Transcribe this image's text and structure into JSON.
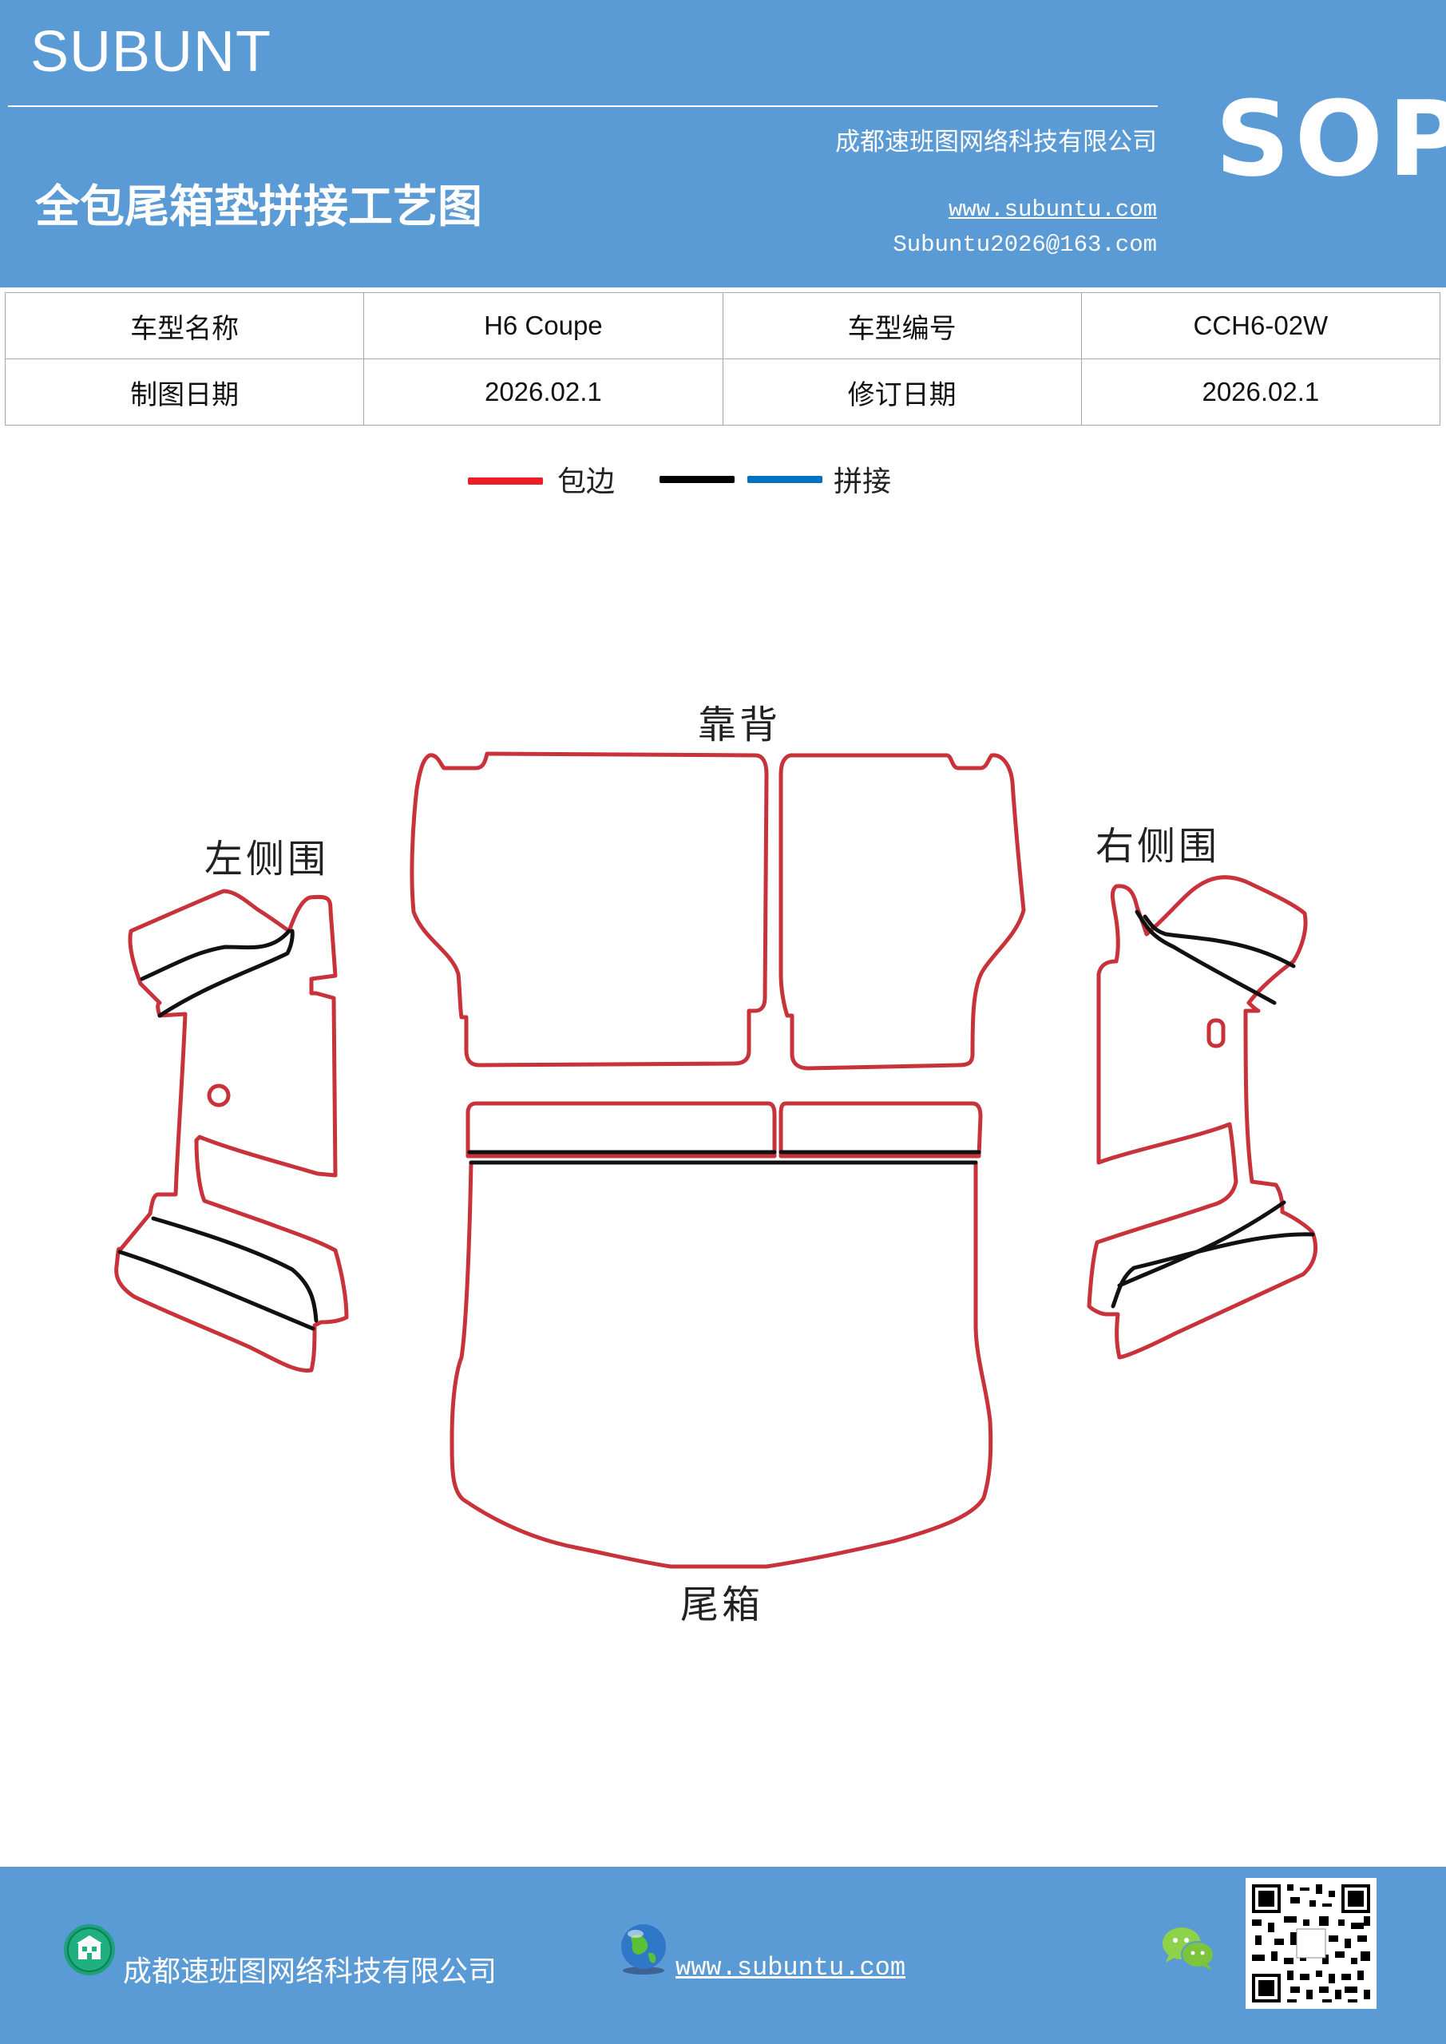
{
  "header": {
    "brand": "SUBUNT",
    "company": "成都速班图网络科技有限公司",
    "title": "全包尾箱垫拼接工艺图",
    "website": "www.subuntu.com",
    "email": "Subuntu2026@163.com",
    "badge": "SOP"
  },
  "info": {
    "model_name_label": "车型名称",
    "model_name": "H6  Coupe",
    "model_code_label": "车型编号",
    "model_code": "CCH6-02W",
    "draw_date_label": "制图日期",
    "draw_date": "2026.02.1",
    "revision_date_label": "修订日期",
    "revision_date": "2026.02.1"
  },
  "legend": {
    "edge_label": "包边",
    "splice_label": "拼接",
    "colors": {
      "edge": "#ee1c25",
      "black": "#000000",
      "splice": "#0070c0"
    }
  },
  "parts": {
    "backrest": "靠背",
    "left_side": "左侧围",
    "right_side": "右侧围",
    "trunk": "尾箱"
  },
  "footer": {
    "company": "成都速班图网络科技有限公司",
    "website": "www.subuntu.com ",
    "icons": [
      "building-icon",
      "globe-icon",
      "wechat-icon",
      "qr-code"
    ]
  }
}
